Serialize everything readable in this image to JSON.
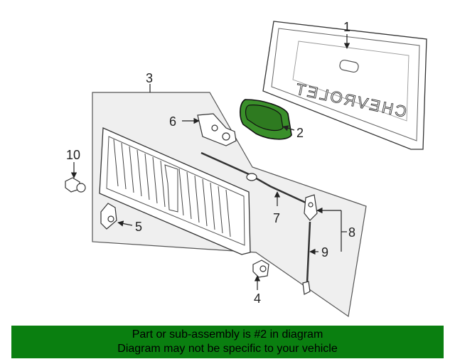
{
  "diagram": {
    "tailgate_brand": "CHEVROLET",
    "callouts": [
      "1",
      "2",
      "3",
      "4",
      "5",
      "6",
      "7",
      "8",
      "9",
      "10"
    ],
    "highlight_color": "#3a8f2a"
  },
  "banner": {
    "line1": "Part or sub-assembly is #2 in diagram",
    "line2": "Diagram may not be specific to your vehicle",
    "background": "#0a7f10"
  }
}
